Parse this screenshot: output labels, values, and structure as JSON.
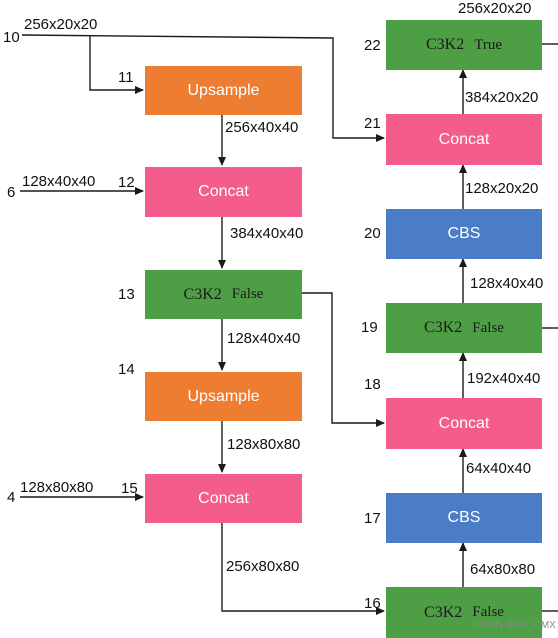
{
  "colors": {
    "upsample": "#ED7D31",
    "concat": "#F45C8C",
    "c3k2": "#4E9E46",
    "cbs": "#4A7CC8",
    "line": "#1a1a1a"
  },
  "nodes": {
    "n11": {
      "index": "11",
      "label": "Upsample"
    },
    "n12": {
      "index": "12",
      "label": "Concat"
    },
    "n13": {
      "index": "13",
      "label": "C3K2",
      "flag": "False"
    },
    "n14": {
      "index": "14",
      "label": "Upsample"
    },
    "n15": {
      "index": "15",
      "label": "Concat"
    },
    "n16": {
      "index": "16",
      "label": "C3K2",
      "flag": "False"
    },
    "n17": {
      "index": "17",
      "label": "CBS"
    },
    "n18": {
      "index": "18",
      "label": "Concat"
    },
    "n19": {
      "index": "19",
      "label": "C3K2",
      "flag": "False"
    },
    "n20": {
      "index": "20",
      "label": "CBS"
    },
    "n21": {
      "index": "21",
      "label": "Concat"
    },
    "n22": {
      "index": "22",
      "label": "C3K2",
      "flag": "True"
    }
  },
  "inputs": {
    "in10": {
      "index": "10",
      "shape": "256x20x20"
    },
    "in6": {
      "index": "6",
      "shape": "128x40x40"
    },
    "in4": {
      "index": "4",
      "shape": "128x80x80"
    }
  },
  "edges": {
    "e11_12": "256x40x40",
    "e12_13": "384x40x40",
    "e13_14": "128x40x40",
    "e14_15": "128x80x80",
    "e15_16": "256x80x80",
    "e16_17": "64x80x80",
    "e17_18": "64x40x40",
    "e18_19": "192x40x40",
    "e19_20": "128x40x40",
    "e20_21": "128x20x20",
    "e21_22": "384x20x20",
    "out22": "256x20x20"
  },
  "watermark": "CSDN @FX_CMX"
}
